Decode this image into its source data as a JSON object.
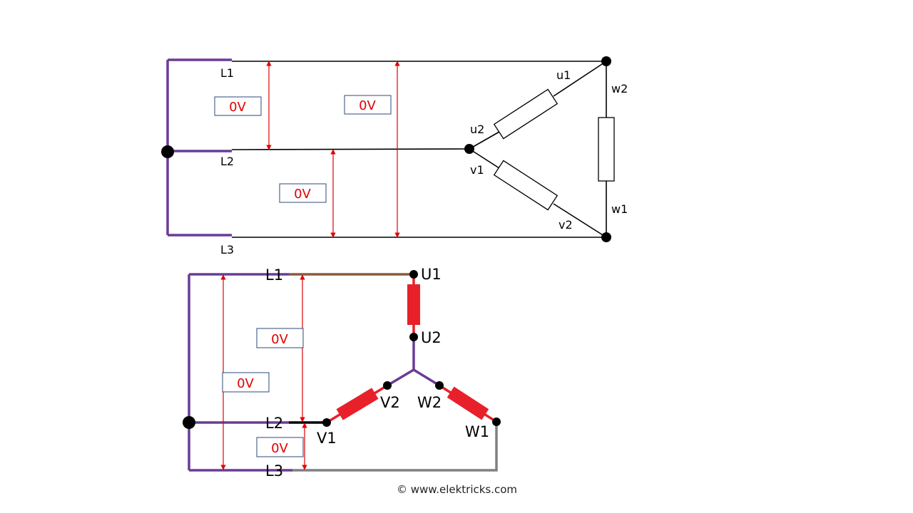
{
  "delta": {
    "lines": [
      "L1",
      "L2",
      "L3"
    ],
    "terminals": {
      "u1": "u1",
      "u2": "u2",
      "v1": "v1",
      "v2": "v2",
      "w1": "w1",
      "w2": "w2"
    },
    "voltages": [
      "0V",
      "0V",
      "0V"
    ]
  },
  "star": {
    "lines": [
      "L1",
      "L2",
      "L3"
    ],
    "terminals": {
      "U1": "U1",
      "U2": "U2",
      "V1": "V1",
      "V2": "V2",
      "W1": "W1",
      "W2": "W2"
    },
    "voltages": [
      "0V",
      "0V",
      "0V"
    ]
  },
  "colors": {
    "purple": "#6a3c96",
    "brown": "#8b5a3c",
    "red_winding": "#e8202a",
    "gray": "#808080",
    "arrow_red": "#e00000"
  },
  "credit": "© www.elektricks.com"
}
